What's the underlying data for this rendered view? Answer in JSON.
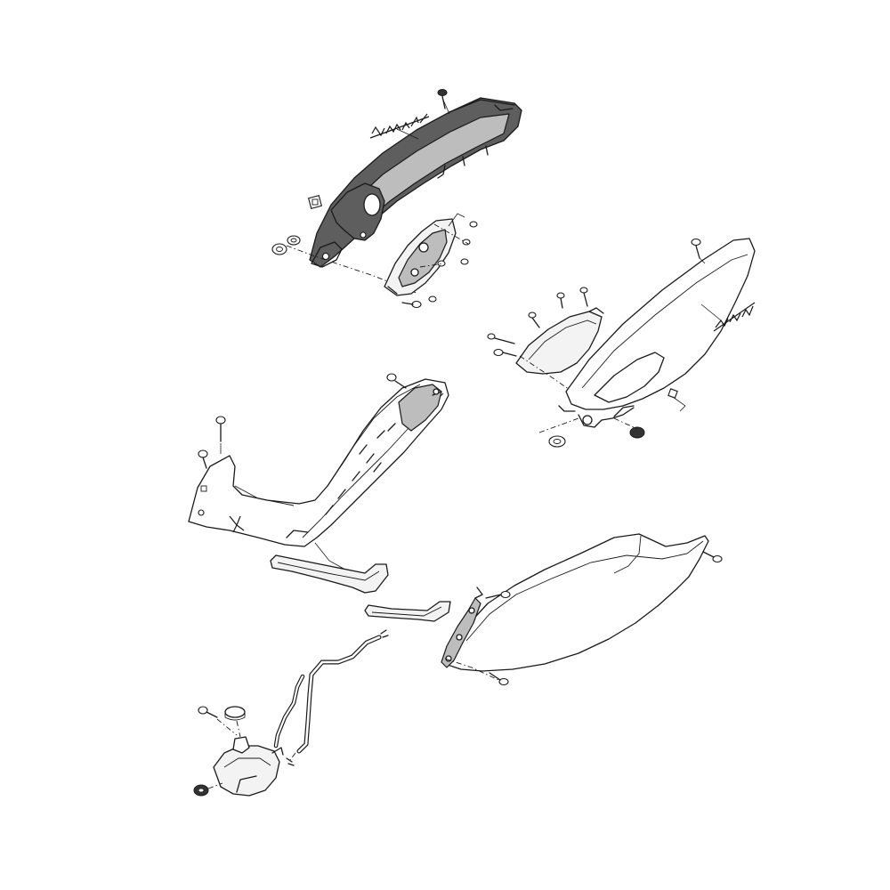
{
  "diagram": {
    "type": "exploded-parts-view",
    "colors": {
      "line": "#1a1a1a",
      "dark_panel": "#5e5e5e",
      "mid_panel": "#bdbdbd",
      "light_panel": "#f3f3f3",
      "background": "#ffffff"
    },
    "parts": [
      {
        "id": "upper-side-cover",
        "icon": "dark-side-cover-with-emblem"
      },
      {
        "id": "upper-inner-bracket",
        "icon": "bracket-panel"
      },
      {
        "id": "right-side-cover",
        "icon": "side-cover-with-emblem"
      },
      {
        "id": "right-inner-panel",
        "icon": "inner-panel"
      },
      {
        "id": "leg-shield-frame",
        "icon": "leg-shield-frame"
      },
      {
        "id": "floor-trim-strip",
        "icon": "trim-strip"
      },
      {
        "id": "lower-side-cover",
        "icon": "lower-cover"
      },
      {
        "id": "lower-trim-strip",
        "icon": "trim-strip"
      },
      {
        "id": "breather-hose",
        "icon": "hose"
      },
      {
        "id": "reservoir-tank",
        "icon": "tank"
      }
    ]
  }
}
